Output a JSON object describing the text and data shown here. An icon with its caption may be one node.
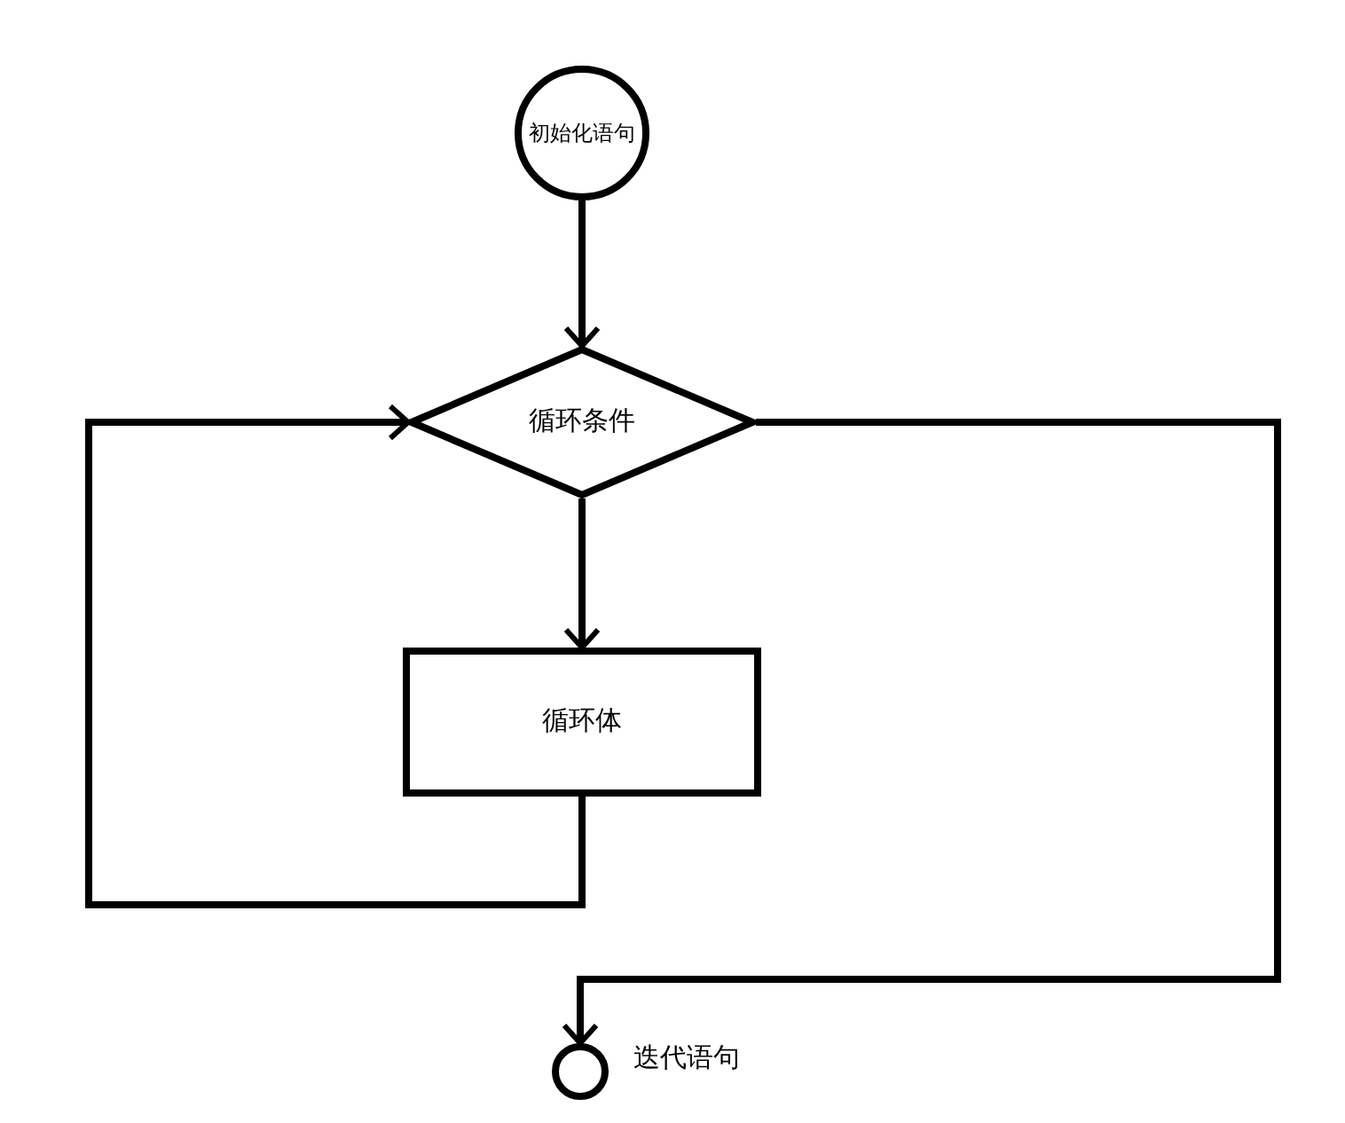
{
  "diagram": {
    "nodes": [
      {
        "text": [
          "初始化语句"
        ]
      },
      {
        "text": [
          "循环条件"
        ]
      },
      {
        "text": [
          "循环体"
        ]
      },
      {
        "text": [],
        "shape": "circle",
        "beside": [
          "迭代语句"
        ]
      }
    ],
    "edges": [
      {
        "from": 0,
        "to": 1,
        "arrow": "to"
      },
      {
        "from": 1,
        "to": 2,
        "arrow": "to"
      },
      {
        "from": 2,
        "to": 1,
        "arrow": "to"
      },
      {
        "from": 1,
        "to": 3,
        "arrow": "to"
      }
    ]
  }
}
